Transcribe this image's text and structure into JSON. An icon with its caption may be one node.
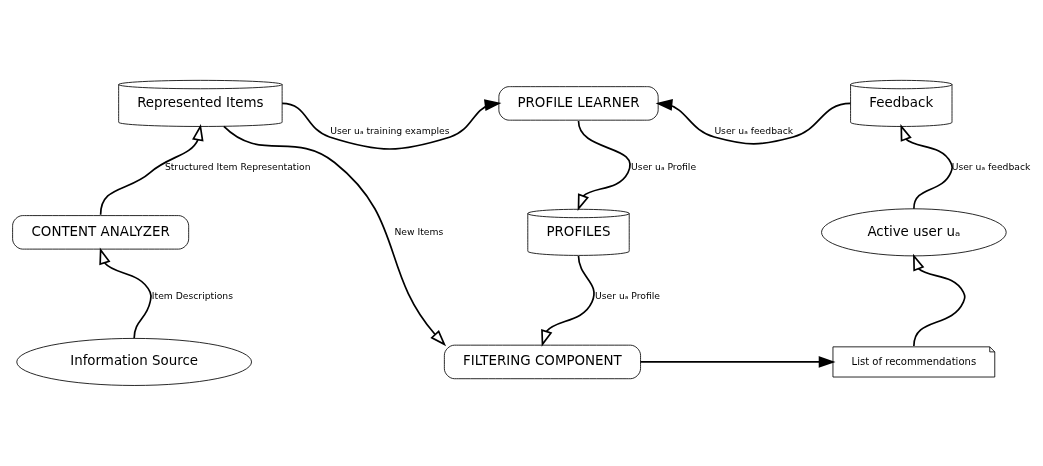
{
  "diagram": {
    "nodes": [
      {
        "text": [
          "Represented Items"
        ]
      },
      {
        "text": [
          "PROFILE LEARNER"
        ]
      },
      {
        "text": [
          "Feedback"
        ]
      },
      {
        "text": [
          "CONTENT ANALYZER"
        ]
      },
      {
        "text": [
          "PROFILES"
        ]
      },
      {
        "text": [
          "Active user uₐ"
        ]
      },
      {
        "text": [
          "Information Source"
        ]
      },
      {
        "text": [
          "FILTERING COMPONENT"
        ]
      },
      {
        "text": [
          "List of recommendations"
        ]
      }
    ],
    "edges": [
      {
        "from": 0,
        "to": 1,
        "arrow": "to",
        "label": "User uₐ training examples"
      },
      {
        "from": 2,
        "to": 1,
        "arrow": "to",
        "label": "User uₐ feedback"
      },
      {
        "from": 3,
        "to": 0,
        "arrow": "to",
        "label": "Structured Item Representation"
      },
      {
        "from": 0,
        "to": 7,
        "arrow": "to",
        "label": "New Items"
      },
      {
        "from": 1,
        "to": 4,
        "arrow": "to",
        "label": "User uₐ Profile"
      },
      {
        "from": 5,
        "to": 2,
        "arrow": "to",
        "label": "User uₐ feedback"
      },
      {
        "from": 6,
        "to": 3,
        "arrow": "to",
        "label": "Item Descriptions"
      },
      {
        "from": 4,
        "to": 7,
        "arrow": "to",
        "label": "User uₐ Profile"
      },
      {
        "from": 7,
        "to": 8,
        "arrow": "to"
      },
      {
        "from": 8,
        "to": 5,
        "arrow": "to"
      }
    ]
  }
}
